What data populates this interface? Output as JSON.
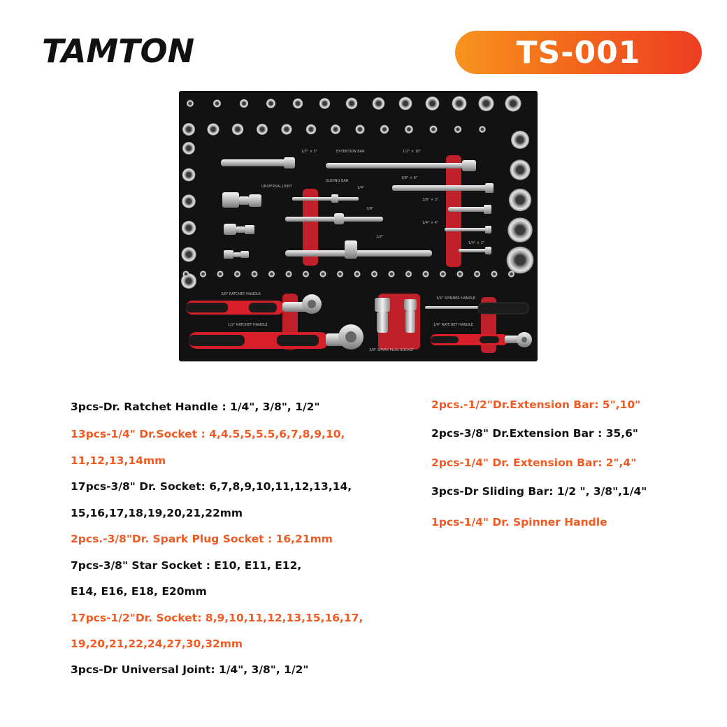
{
  "brand": "TAMTON",
  "model": "TS-001",
  "colors": {
    "accent": "#f15a22",
    "badge_gradient_start": "#f7931e",
    "badge_gradient_end": "#ee3d23",
    "tray_foam": "#121212",
    "tray_insert": "#c0202a",
    "text_dark": "#111111"
  },
  "tray_labels": {
    "extension_bar": "EXTENTION BAR",
    "half_5": "1/2\" × 5\"",
    "half_10": "1/2\" × 10\"",
    "universal_joint": "UNIVERSAL JOINT",
    "sliding_bar": "SLIDING BAR",
    "quarter": "1/4\"",
    "three_eighth": "3/8\"",
    "half": "1/2\"",
    "three_eighth_x6": "3/8\" × 6\"",
    "three_eighth_x3": "3/8\" × 3\"",
    "quarter_x4": "1/4\" × 4\"",
    "quarter_x2": "1/4\" × 2\"",
    "ratchet_38": "3/8\" RATCHET HANDLE",
    "ratchet_12": "1/2\" RATCHET HANDLE",
    "ratchet_14": "1/4\" RATCHET HANDLE",
    "spinner": "1/4\" SPINNER HANDLE",
    "spark_plug": "3/8\" SPARK PLUG SOCKET"
  },
  "specs": {
    "left": [
      "3pcs-Dr. Ratchet Handle : 1/4\", 3/8\", 1/2\"",
      "13pcs-1/4\" Dr.Socket : 4,4.5,5,5.5,6,7,8,9,10,",
      "11,12,13,14mm",
      "17pcs-3/8\" Dr. Socket: 6,7,8,9,10,11,12,13,14,",
      "15,16,17,18,19,20,21,22mm",
      "2pcs.-3/8\"Dr. Spark Plug Socket : 16,21mm",
      "7pcs-3/8\" Star Socket : E10, E11, E12,",
      "E14, E16, E18, E20mm",
      "17pcs-1/2\"Dr. Socket: 8,9,10,11,12,13,15,16,17,",
      "19,20,21,22,24,27,30,32mm",
      "3pcs-Dr Universal Joint: 1/4\", 3/8\", 1/2\""
    ],
    "right": [
      "2pcs.-1/2\"Dr.Extension Bar: 5\",10\"",
      "2pcs-3/8\" Dr.Extension Bar : 35,6\"",
      "2pcs-1/4\" Dr. Extension Bar: 2\",4\"",
      "3pcs-Dr Sliding  Bar: 1/2 \", 3/8\",1/4\"",
      "1pcs-1/4\" Dr. Spinner Handle"
    ]
  }
}
